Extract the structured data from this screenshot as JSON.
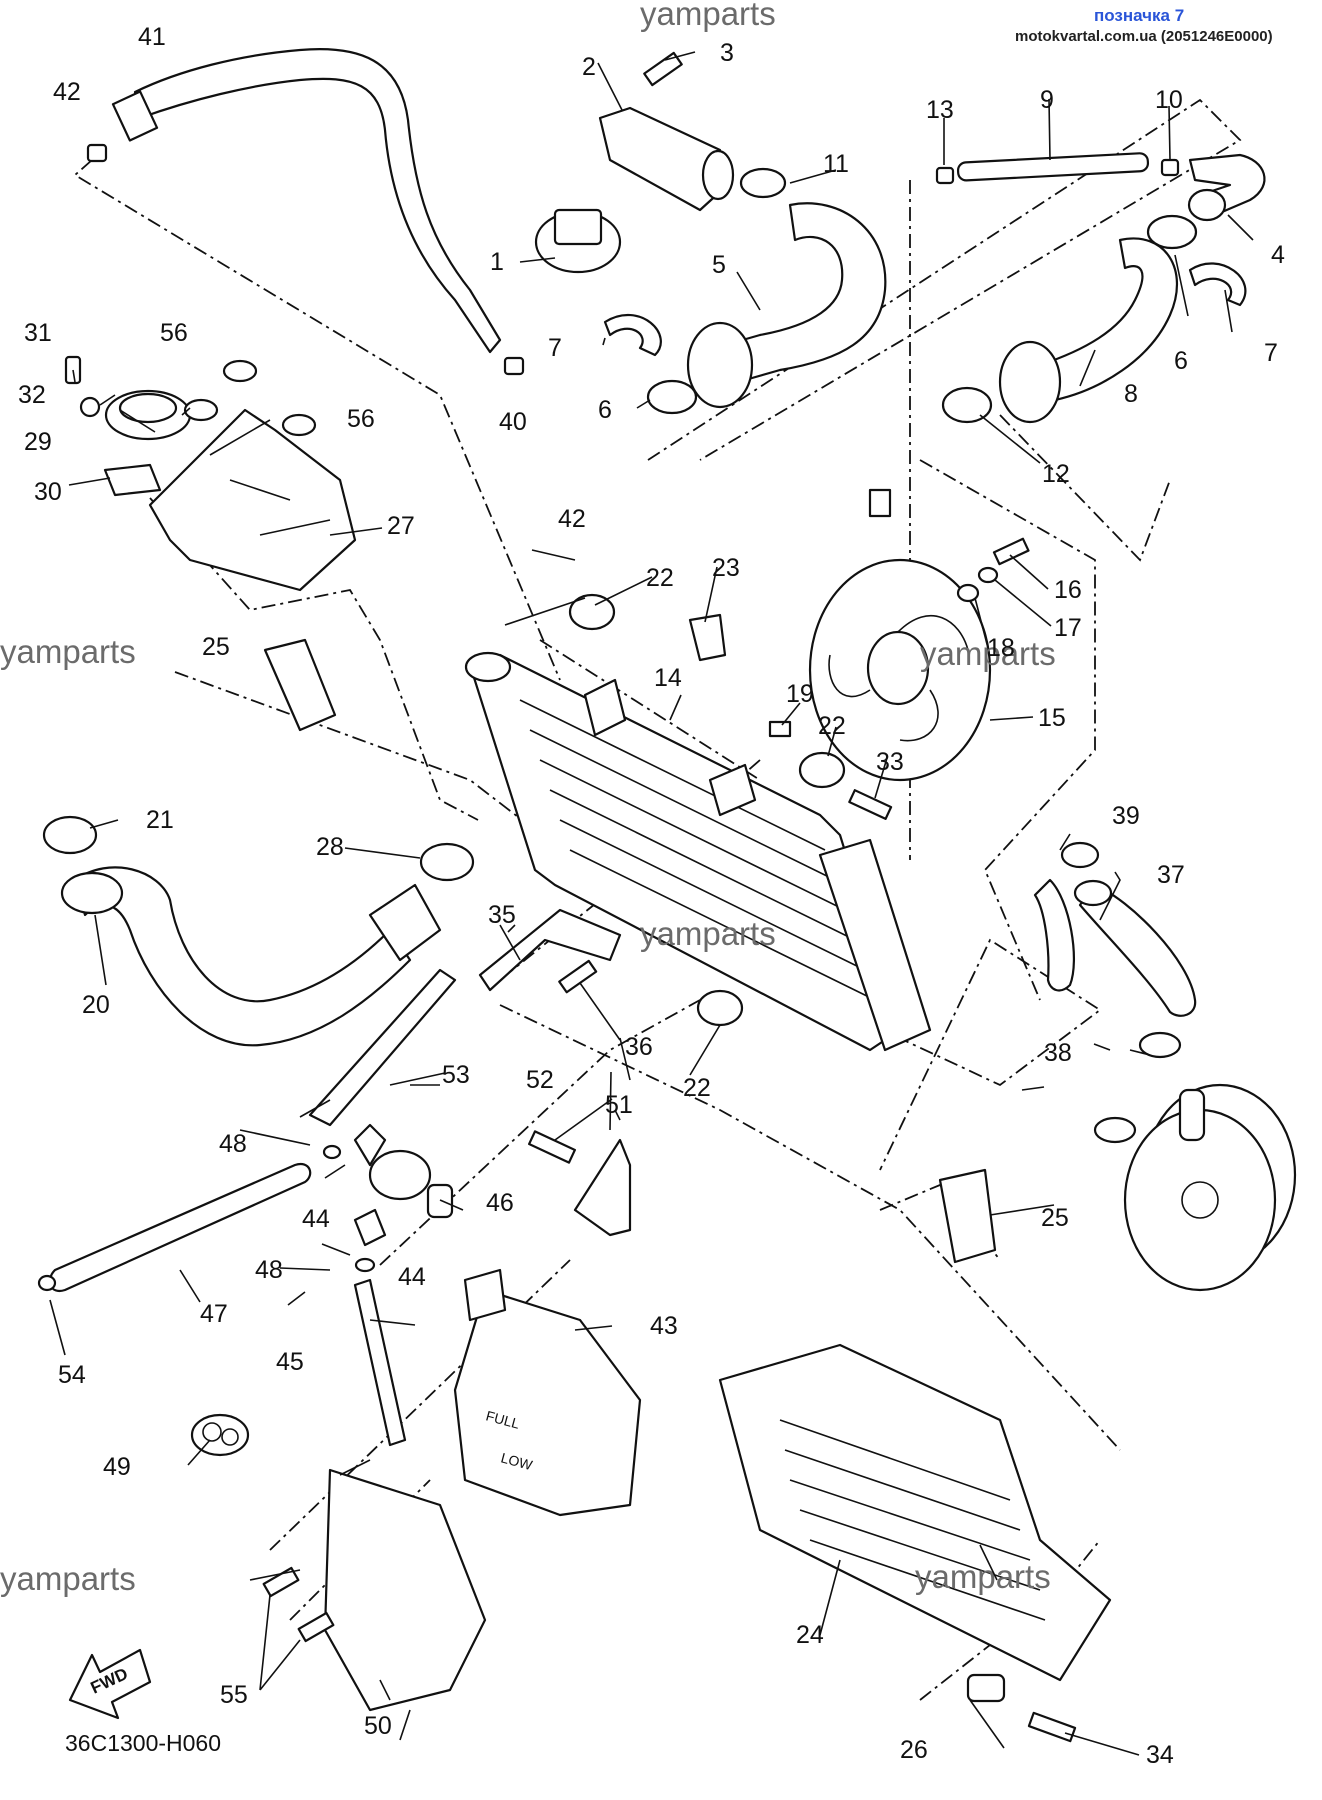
{
  "header": {
    "watermark_top": "yamparts",
    "ref_label": "позначка 7",
    "site_code": "motokvartal.com.ua (2051246E0000)"
  },
  "watermarks": [
    "yamparts",
    "yamparts",
    "yamparts",
    "yamparts",
    "yamparts",
    "yamparts"
  ],
  "footer": {
    "fwd_label": "FWD",
    "diagram_code": "36C1300-H060"
  },
  "tank_marks": [
    "FULL",
    "LOW"
  ],
  "callouts": [
    "1",
    "2",
    "3",
    "4",
    "5",
    "6",
    "6",
    "7",
    "7",
    "8",
    "9",
    "10",
    "11",
    "12",
    "13",
    "14",
    "15",
    "16",
    "17",
    "18",
    "19",
    "20",
    "21",
    "22",
    "22",
    "22",
    "23",
    "24",
    "25",
    "25",
    "26",
    "27",
    "28",
    "29",
    "30",
    "31",
    "32",
    "33",
    "34",
    "35",
    "36",
    "37",
    "38",
    "39",
    "40",
    "41",
    "42",
    "42",
    "43",
    "44",
    "44",
    "45",
    "46",
    "47",
    "48",
    "48",
    "49",
    "50",
    "51",
    "52",
    "53",
    "54",
    "55",
    "56",
    "56"
  ],
  "colors": {
    "ink": "#111111",
    "watermark": "#6b6b6b",
    "ref_label": "#2a55d8"
  }
}
